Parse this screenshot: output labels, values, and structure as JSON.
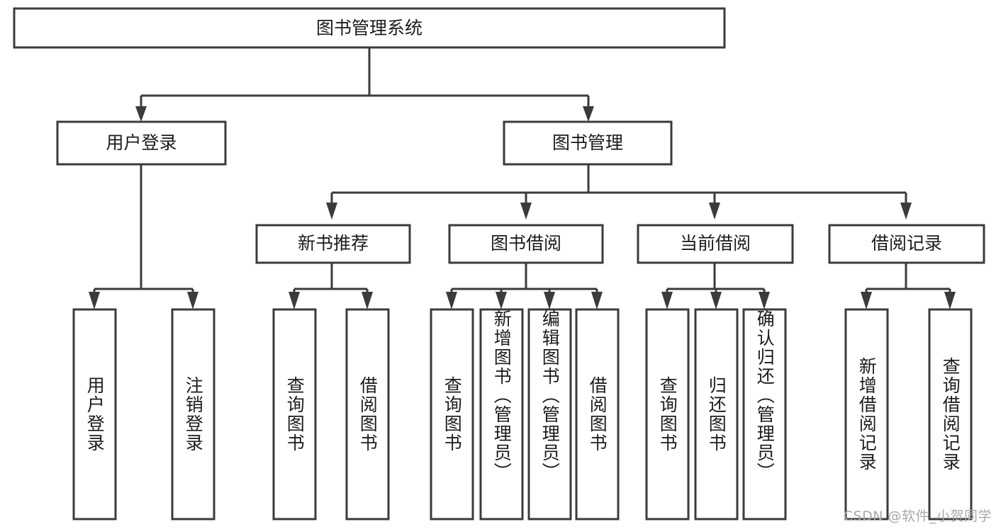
{
  "diagram": {
    "title_node": {
      "label": "图书管理系统"
    },
    "level2": [
      {
        "id": "user-login",
        "label": "用户登录"
      },
      {
        "id": "book-management",
        "label": "图书管理"
      }
    ],
    "level3": [
      {
        "id": "new-book-recommend",
        "label": "新书推荐"
      },
      {
        "id": "book-borrow",
        "label": "图书借阅"
      },
      {
        "id": "current-borrow",
        "label": "当前借阅"
      },
      {
        "id": "borrow-record",
        "label": "借阅记录"
      }
    ],
    "leaves": [
      {
        "id": "leaf-user-login",
        "label": "用户登录",
        "parent": "user-login"
      },
      {
        "id": "leaf-logout",
        "label": "注销登录",
        "parent": "user-login"
      },
      {
        "id": "leaf-query-book-1",
        "label": "查询图书",
        "parent": "new-book-recommend"
      },
      {
        "id": "leaf-borrow-book-1",
        "label": "借阅图书",
        "parent": "new-book-recommend"
      },
      {
        "id": "leaf-query-book-2",
        "label": "查询图书",
        "parent": "book-borrow"
      },
      {
        "id": "leaf-add-book",
        "label": "新增图书（管理员）",
        "parent": "book-borrow"
      },
      {
        "id": "leaf-edit-book",
        "label": "编辑图书（管理员）",
        "parent": "book-borrow"
      },
      {
        "id": "leaf-borrow-book-2",
        "label": "借阅图书",
        "parent": "book-borrow"
      },
      {
        "id": "leaf-query-book-3",
        "label": "查询图书",
        "parent": "current-borrow"
      },
      {
        "id": "leaf-return-book",
        "label": "归还图书",
        "parent": "current-borrow"
      },
      {
        "id": "leaf-confirm-return",
        "label": "确认归还（管理员）",
        "parent": "current-borrow"
      },
      {
        "id": "leaf-add-record",
        "label": "新增借阅记录",
        "parent": "borrow-record"
      },
      {
        "id": "leaf-query-record",
        "label": "查询借阅记录",
        "parent": "borrow-record"
      }
    ],
    "colors": {
      "stroke": "#3b3b3b",
      "fill": "#ffffff",
      "text": "#1c1c1c",
      "watermark": "#a9a9a9"
    }
  },
  "watermark": {
    "text": "CSDN @软件_小贺同学"
  }
}
